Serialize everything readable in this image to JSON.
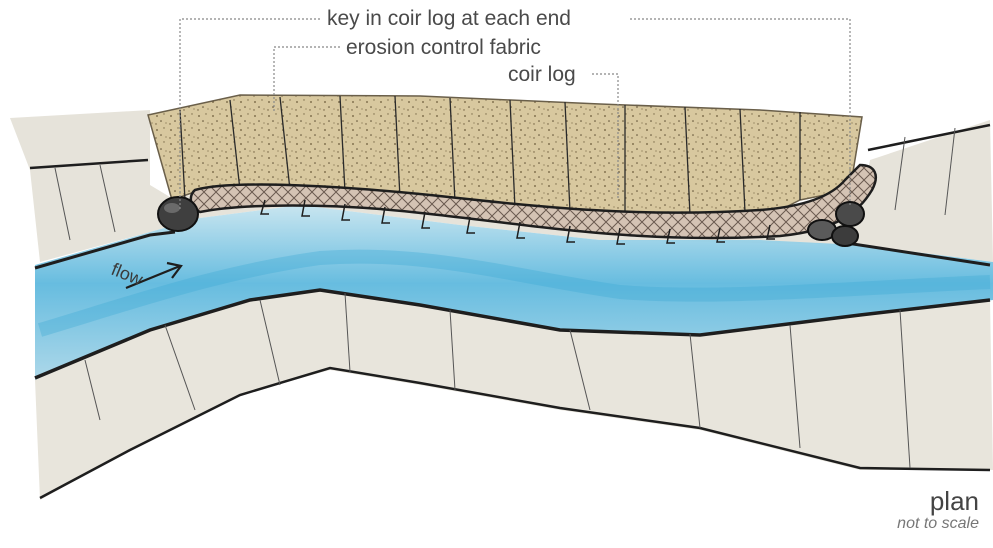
{
  "labels": {
    "key_in": "key in coir log at each end",
    "fabric": "erosion control fabric",
    "coir_log": "coir log",
    "flow": "flow",
    "plan": "plan",
    "scale": "not to scale"
  },
  "colors": {
    "water": "#7cc3df",
    "water_deep": "#48aed6",
    "bank": "#e4e1d8",
    "bank_light": "#efede7",
    "fabric": "#d9c9a0",
    "ink": "#1e1e1e",
    "leader": "#888888"
  }
}
